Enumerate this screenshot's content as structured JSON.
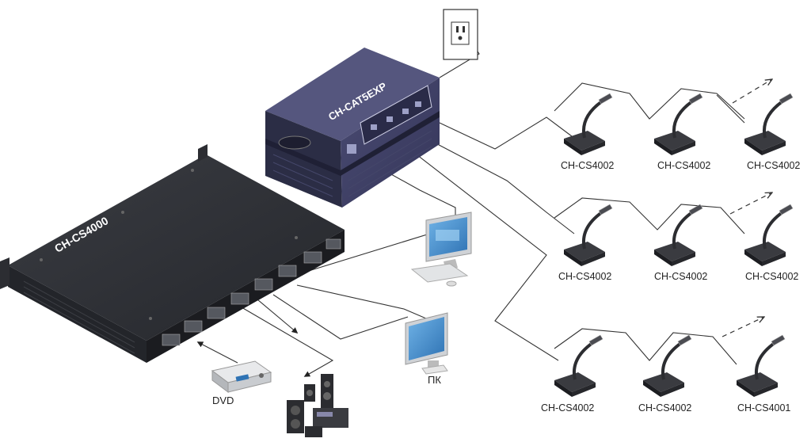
{
  "devices": {
    "main_unit": {
      "label": "CH-CS4000"
    },
    "extender": {
      "label": "CH-CAT5EXP"
    },
    "dvd": {
      "label": "DVD"
    },
    "pc": {
      "label": "ПК"
    }
  },
  "microphones": [
    {
      "label": "CH-CS4002"
    },
    {
      "label": "CH-CS4002"
    },
    {
      "label": "CH-CS4002"
    },
    {
      "label": "CH-CS4002"
    },
    {
      "label": "CH-CS4002"
    },
    {
      "label": "CH-CS4002"
    },
    {
      "label": "CH-CS4002"
    },
    {
      "label": "CH-CS4002"
    },
    {
      "label": "CH-CS4001"
    }
  ],
  "colors": {
    "device_dark": "#2e3036",
    "extender_body": "#3e3f63",
    "cable": "#333333",
    "monitor_screen": "#4a90c8"
  }
}
